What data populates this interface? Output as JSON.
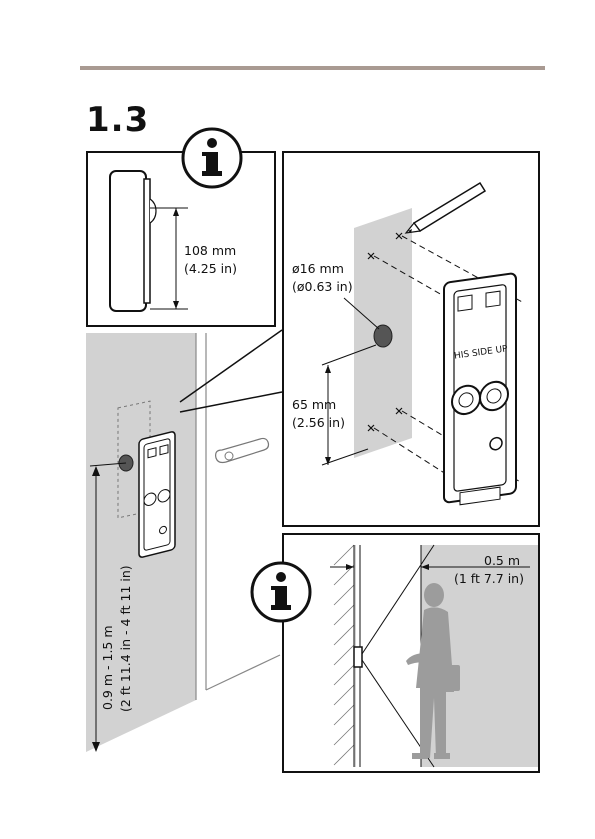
{
  "section": {
    "number": "1.3"
  },
  "icons": {
    "info_top": "info-icon",
    "info_bottom": "info-icon"
  },
  "device_height": {
    "metric": "108 mm",
    "imperial": "(4.25 in)"
  },
  "drill_hole": {
    "metric": "ø16 mm",
    "imperial": "(ø0.63 in)"
  },
  "hole_spacing": {
    "metric": "65 mm",
    "imperial": "(2.56 in)"
  },
  "mount_height": {
    "metric": "0.9 m - 1.5 m",
    "imperial": "(2 ft 11.4 in - 4 ft 11 in)"
  },
  "view_distance": {
    "metric": "0.5 m",
    "imperial": "(1 ft 7.7 in)"
  },
  "plate_label": "HIS SIDE UP",
  "colors": {
    "rule": "#a99a92",
    "wall": "#d2d2d2",
    "hole": "#555555"
  }
}
